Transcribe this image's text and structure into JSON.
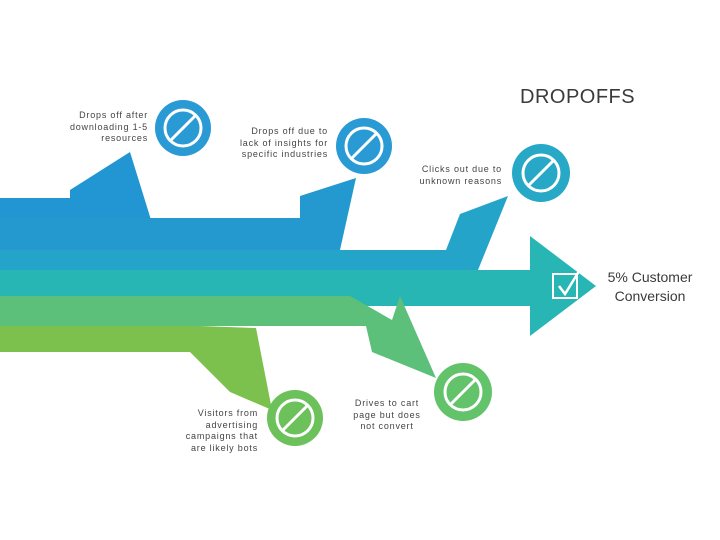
{
  "title": "DROPOFFS",
  "conversion_label": "5% Customer\nConversion",
  "notes": {
    "resources": "Drops off after\ndownloading 1-5\nresources",
    "insights": "Drops off due to\nlack of insights for\nspecific industries",
    "unknown": "Clicks out due to\nunknown reasons",
    "bots": "Visitors from\nadvertising\ncampaigns that\nare likely bots",
    "cart": "Drives to cart\npage but does\nnot convert"
  },
  "icons": {
    "dropoff": "prohibited-icon",
    "conversion": "checkbox-icon"
  },
  "colors": {
    "band_blue": "#2196d3",
    "band_blue2": "#24a4c9",
    "band_teal": "#27b6b4",
    "band_green": "#5cc07a",
    "band_lime": "#7cc04e",
    "icon_blue": "#2a9ad5",
    "icon_teal": "#26a8c6",
    "icon_green": "#62c36a",
    "icon_lime": "#6cc15a"
  }
}
